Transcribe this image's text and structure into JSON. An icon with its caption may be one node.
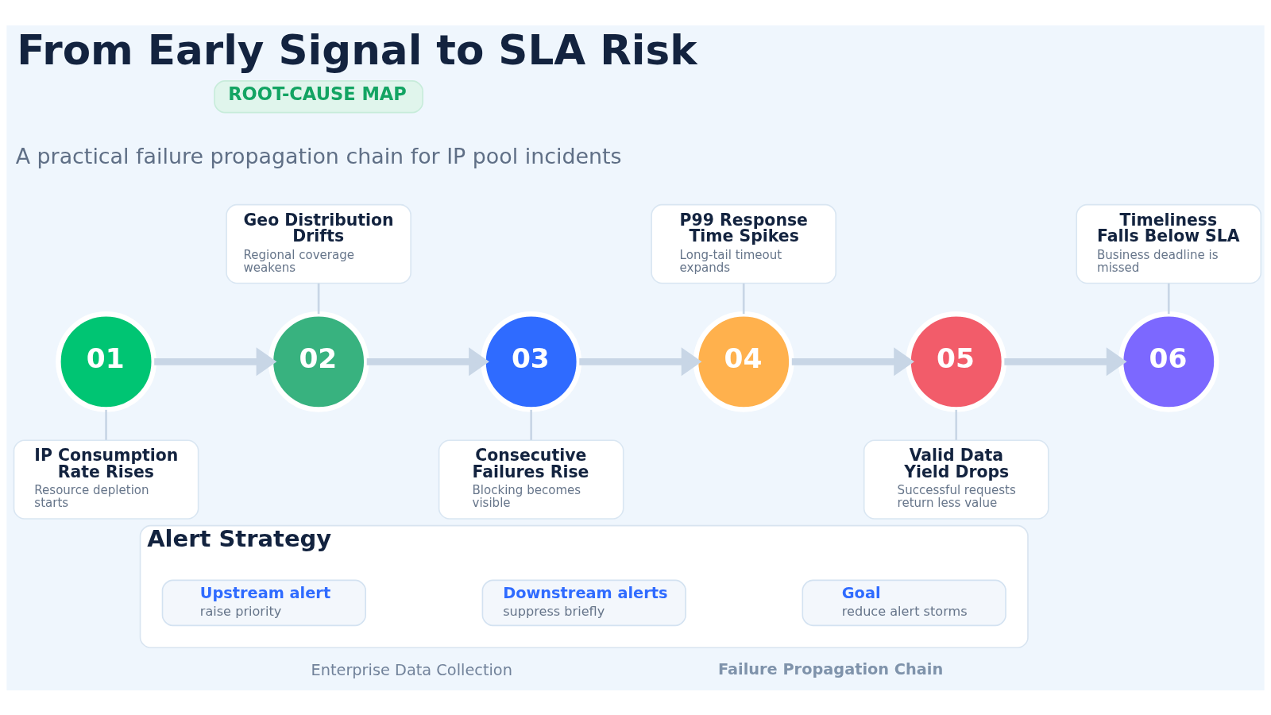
{
  "diagram": {
    "title": "From Early Signal to SLA Risk",
    "nodes": [
      {
        "text": [
          "ROOT-CAUSE MAP"
        ]
      },
      {
        "text": [
          "01"
        ]
      },
      {
        "text": [
          "02"
        ]
      },
      {
        "text": [
          "03"
        ]
      },
      {
        "text": [
          "04"
        ]
      },
      {
        "text": [
          "05"
        ]
      },
      {
        "text": [
          "06"
        ]
      },
      {
        "text": [
          "IP Consumption Rate Rises",
          "Resource depletion starts"
        ]
      },
      {
        "text": [
          "Geo Distribution Drifts",
          "Regional coverage weakens"
        ]
      },
      {
        "text": [
          "Consecutive Failures Rise",
          "Blocking becomes visible"
        ]
      },
      {
        "text": [
          "P99 Response Time Spikes",
          "Long-tail timeout expands"
        ]
      },
      {
        "text": [
          "Valid Data Yield Drops",
          "Successful requests return less value"
        ]
      },
      {
        "text": [
          "Timeliness Falls Below SLA",
          "Business deadline is missed"
        ]
      },
      {
        "text": [
          "Alert Strategy"
        ]
      },
      {
        "text": [
          "Upstream alert",
          "raise priority"
        ],
        "in": 13
      },
      {
        "text": [
          "Downstream alerts",
          "suppress briefly"
        ],
        "in": 13
      },
      {
        "text": [
          "Goal",
          "reduce alert storms"
        ],
        "in": 13
      }
    ],
    "edges": [
      {
        "from": 1,
        "to": 2,
        "arrow": "to",
        "style": "thick"
      },
      {
        "from": 2,
        "to": 3,
        "arrow": "to",
        "style": "thick"
      },
      {
        "from": 3,
        "to": 4,
        "arrow": "to",
        "style": "thick"
      },
      {
        "from": 4,
        "to": 5,
        "arrow": "to",
        "style": "thick"
      },
      {
        "from": 5,
        "to": 6,
        "arrow": "to",
        "style": "thick"
      },
      {
        "from": 1,
        "to": 7,
        "arrow": "none"
      },
      {
        "from": 8,
        "to": 2,
        "arrow": "none"
      },
      {
        "from": 3,
        "to": 9,
        "arrow": "none"
      },
      {
        "from": 10,
        "to": 4,
        "arrow": "none"
      },
      {
        "from": 5,
        "to": 11,
        "arrow": "none"
      },
      {
        "from": 12,
        "to": 6,
        "arrow": "none"
      }
    ],
    "labels": [
      "A practical failure propagation chain for IP pool incidents",
      "Enterprise Data Collection",
      "Failure Propagation Chain"
    ]
  }
}
